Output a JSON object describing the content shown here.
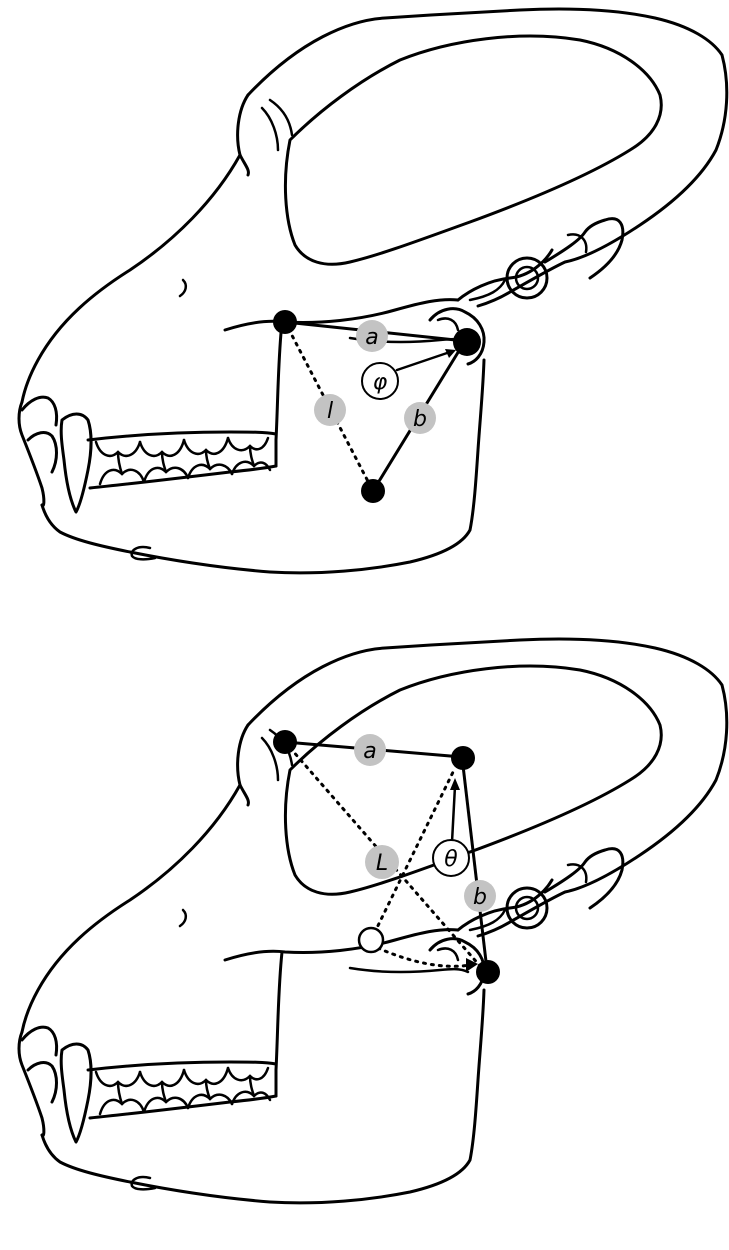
{
  "panels": [
    {
      "id": "top",
      "labels": {
        "a": "a",
        "b": "b",
        "l": "l",
        "angle": "φ"
      }
    },
    {
      "id": "bottom",
      "labels": {
        "a": "a",
        "b": "b",
        "L": "L",
        "angle": "θ"
      }
    }
  ]
}
